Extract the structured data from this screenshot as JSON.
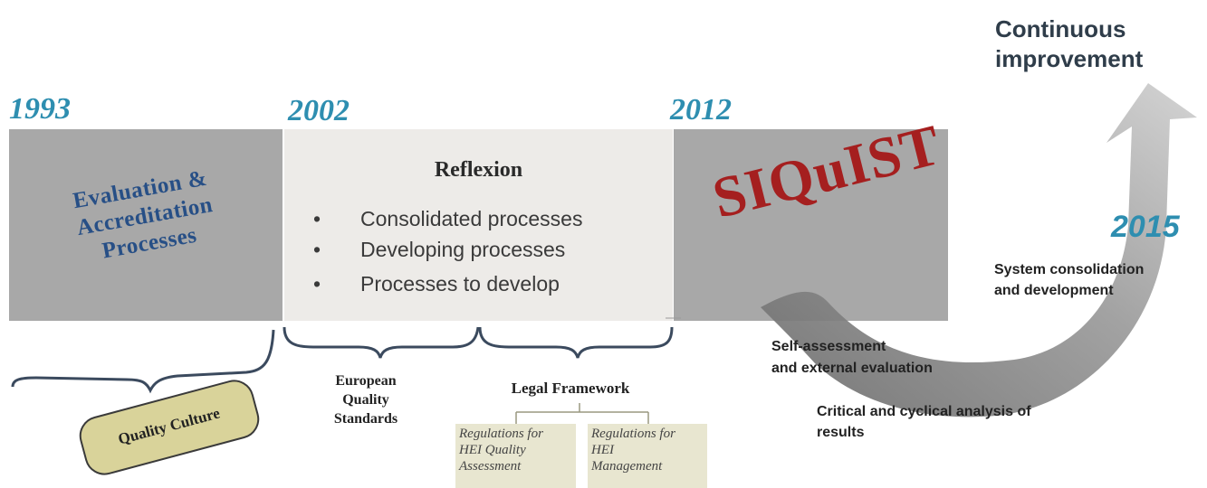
{
  "years": {
    "y1993": "1993",
    "y2002": "2002",
    "y2012": "2012",
    "y2015": "2015"
  },
  "phase1": {
    "title_line1": "Evaluation &",
    "title_line2": "Accreditation",
    "title_line3": "Processes"
  },
  "phase2": {
    "title": "Reflexion",
    "bullets": [
      "Consolidated processes",
      "Developing processes",
      "Processes to develop"
    ]
  },
  "phase3": {
    "title": "SIQuIST"
  },
  "continuous": {
    "line1": "Continuous",
    "line2": "improvement"
  },
  "system_consolidation": {
    "line1": "System consolidation",
    "line2": "and development"
  },
  "self_assessment": {
    "line1": "Self-assessment",
    "line2": "and external evaluation"
  },
  "critical_analysis": {
    "line1": "Critical and cyclical analysis of",
    "line2": "results"
  },
  "quality_culture": "Quality Culture",
  "european_standards": {
    "line1": "European",
    "line2": "Quality",
    "line3": "Standards"
  },
  "legal_framework": {
    "title": "Legal Framework",
    "reg1": {
      "line1": "Regulations for",
      "line2": "HEI Quality",
      "line3": "Assessment"
    },
    "reg2": {
      "line1": "Regulations for",
      "line2": "HEI",
      "line3": "Management"
    }
  },
  "colors": {
    "year_blue": "#2e8eb0",
    "panel_gray": "#a8a8a8",
    "panel_light": "#edebe8",
    "siquist_red": "#a51f1f",
    "eval_blue": "#274f86",
    "quality_culture_fill": "#d9d39a"
  }
}
